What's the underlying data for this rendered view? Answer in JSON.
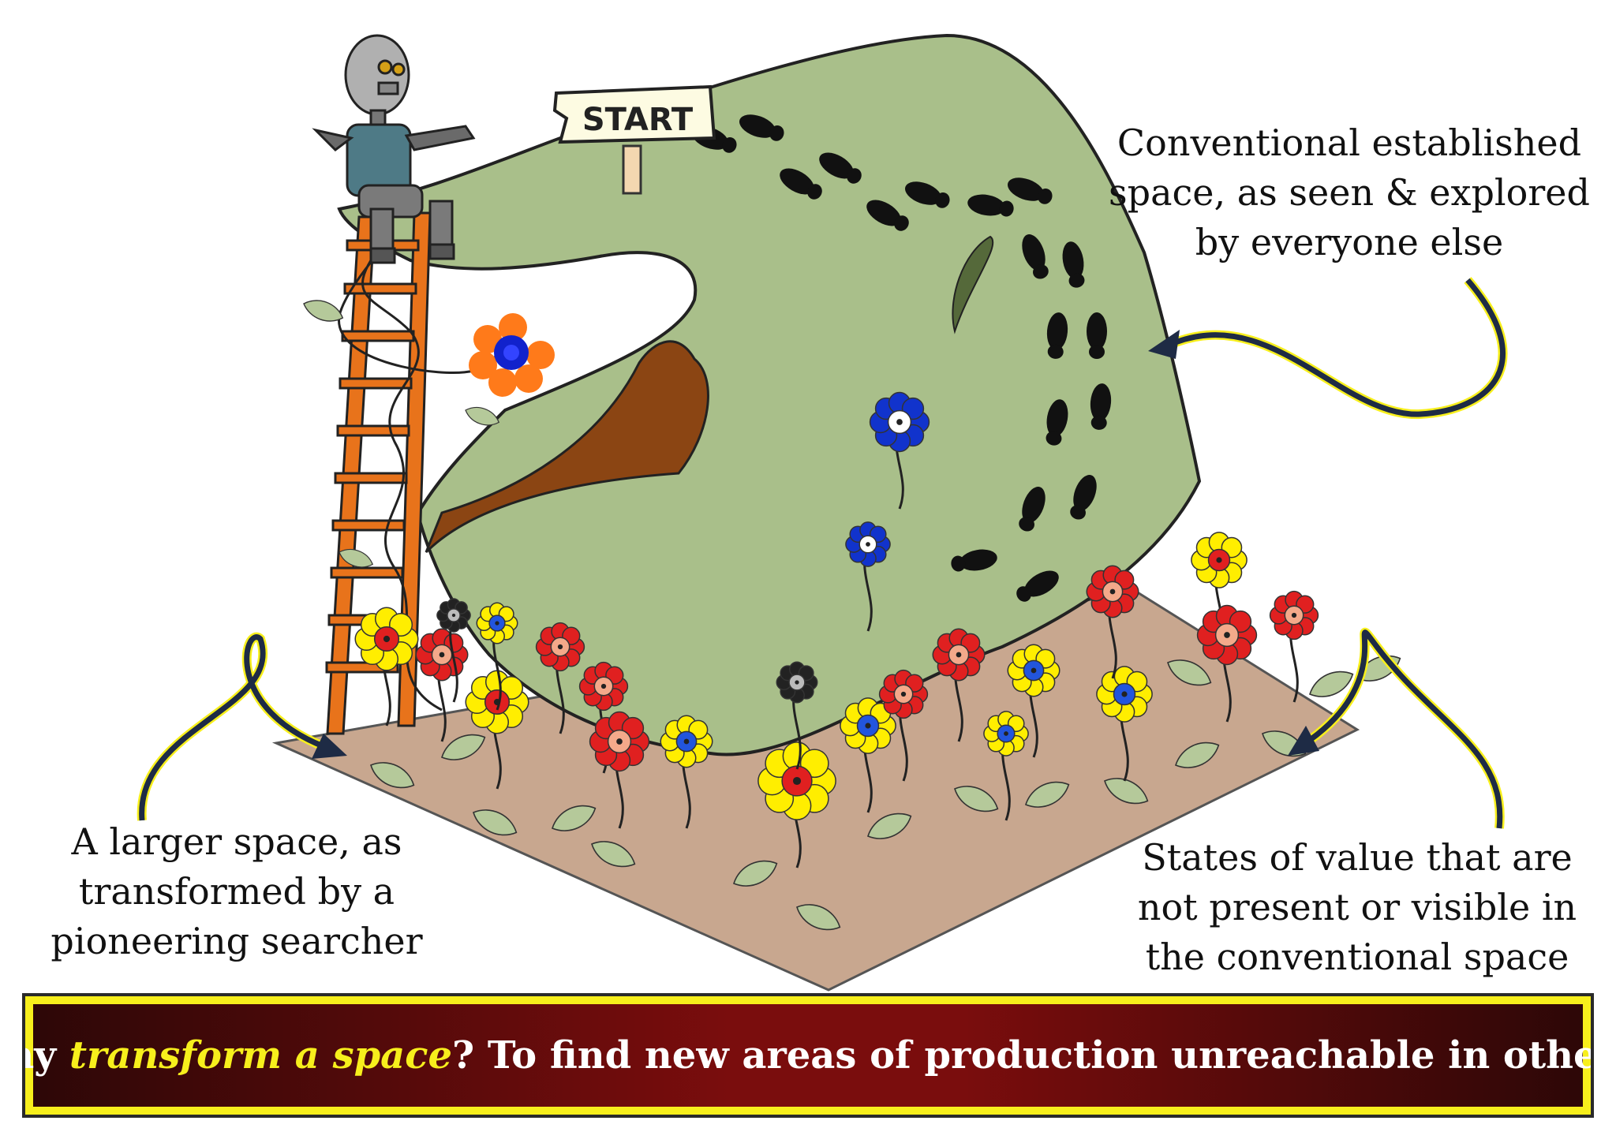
{
  "sign": {
    "label": "START"
  },
  "labels": {
    "conventional": [
      "Conventional established",
      "space, as seen & explored",
      "by everyone else"
    ],
    "larger": [
      "A larger space, as",
      "transformed by a",
      "pioneering searcher"
    ],
    "states": [
      "States of value that are",
      "not present or visible in",
      "the conventional space"
    ]
  },
  "banner": {
    "prefix": "Why ",
    "emphasis": "transform a space",
    "suffix": "? To find new areas of production unreachable in others."
  },
  "colors": {
    "hill": "#a9bf8a",
    "ground": "#c8a78f",
    "ladder": "#e8731b",
    "banner_bg": "#7a0d0d",
    "banner_border": "#f7ef1c",
    "emphasis": "#f7ef1c"
  }
}
